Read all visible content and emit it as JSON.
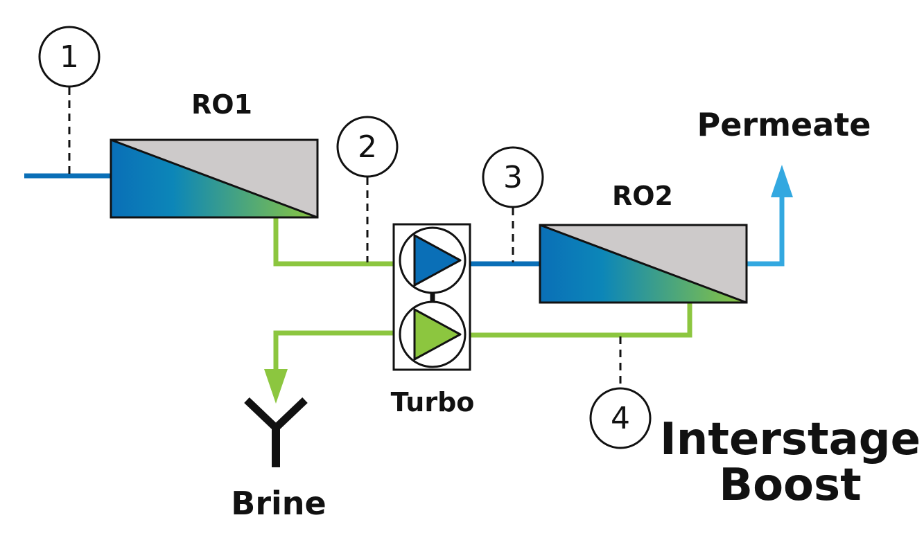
{
  "labels": {
    "ro1": "RO1",
    "ro2": "RO2",
    "turbo": "Turbo",
    "permeate": "Permeate",
    "brine": "Brine",
    "title_line1": "Interstage",
    "title_line2": "Boost"
  },
  "points": [
    "1",
    "2",
    "3",
    "4"
  ],
  "colors": {
    "feed_blue": "#0a6fb7",
    "permeate_blue": "#33a8e0",
    "concentrate_green": "#8cc63f",
    "membrane_grey": "#cdcaca",
    "outline": "#111111"
  },
  "icons": [
    "pump-icon",
    "drain-icon",
    "arrow-up-icon",
    "arrow-down-icon"
  ]
}
